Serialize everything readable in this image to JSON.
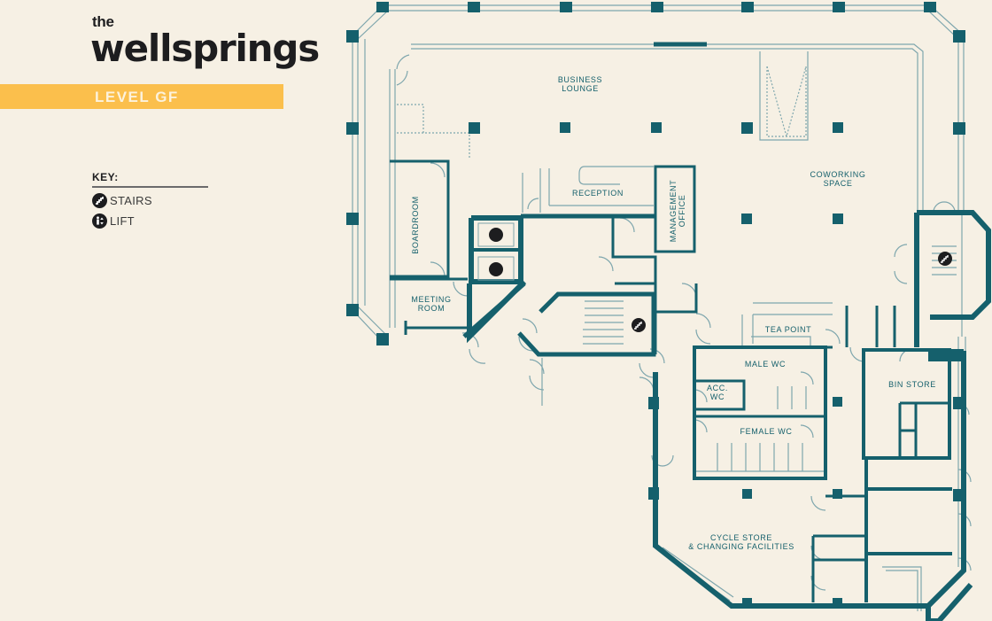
{
  "brand": {
    "prefix": "the",
    "name": "wellsprings"
  },
  "level": {
    "label": "LEVEL GF"
  },
  "key": {
    "title": "KEY:",
    "items": [
      {
        "icon": "stairs-icon",
        "label": "STAIRS"
      },
      {
        "icon": "lift-icon",
        "label": "LIFT"
      }
    ]
  },
  "colors": {
    "background": "#f6f0e4",
    "wall": "#15606c",
    "wall_light": "#7ea6ad",
    "accent": "#fbbf4c",
    "icon": "#1d1d1f"
  },
  "rooms": {
    "business_lounge": [
      "BUSINESS",
      "LOUNGE"
    ],
    "coworking_space": [
      "COWORKING",
      "SPACE"
    ],
    "reception": "RECEPTION",
    "management_office": [
      "MANAGEMENT",
      "OFFICE"
    ],
    "boardroom": "BOARDROOM",
    "meeting_room": [
      "MEETING",
      "ROOM"
    ],
    "tea_point": "TEA POINT",
    "male_wc": "MALE WC",
    "acc_wc": [
      "ACC.",
      "WC"
    ],
    "female_wc": "FEMALE WC",
    "bin_store": "BIN STORE",
    "cycle_store": [
      "CYCLE STORE",
      "& CHANGING FACILITIES"
    ]
  }
}
